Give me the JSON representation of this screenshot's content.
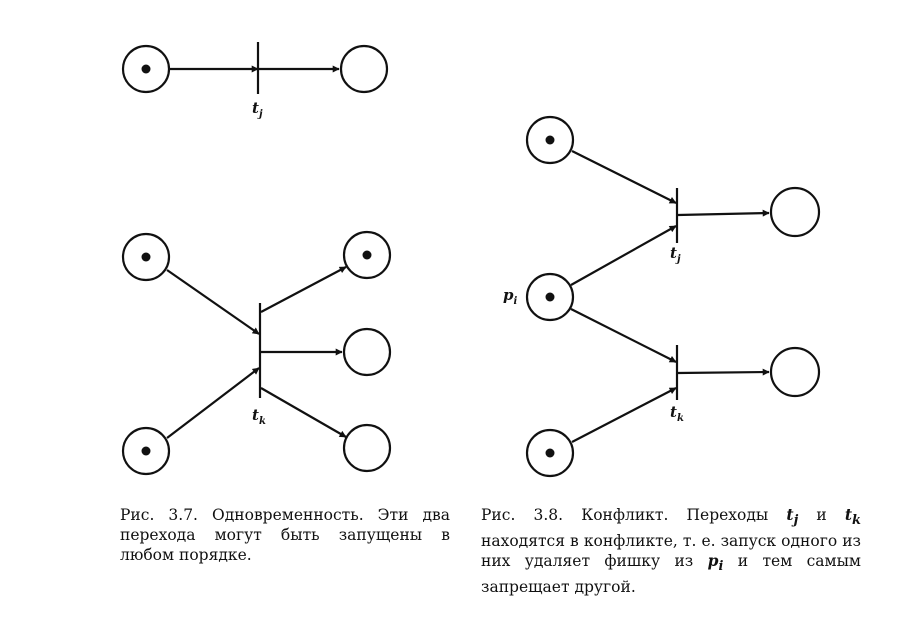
{
  "figure_37": {
    "labels": {
      "t_j": "t",
      "t_j_sub": "j",
      "t_k": "t",
      "t_k_sub": "k"
    },
    "caption": {
      "lead": "Рис. 3.7.",
      "text": "Одновременность. Эти два перехода могут быть запущены в любом порядке."
    }
  },
  "figure_38": {
    "labels": {
      "t_j": "t",
      "t_j_sub": "j",
      "t_k": "t",
      "t_k_sub": "k",
      "p_i": "p",
      "p_i_sub": "i"
    },
    "caption": {
      "lead": "Рис. 3.8.",
      "part1": "Конфликт. Переходы",
      "tj": "t",
      "tj_sub": "j",
      "and": "и",
      "tk": "t",
      "tk_sub": "k",
      "part2": "находятся в конфликте, т. е. запуск одного из них удаляет фишку из",
      "pi": "p",
      "pi_sub": "i",
      "part3": "и тем самым запрещает другой."
    }
  }
}
